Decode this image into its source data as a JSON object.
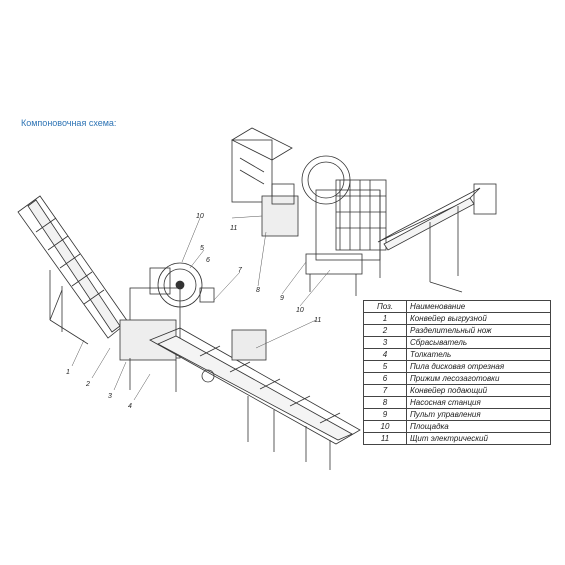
{
  "caption": "Компоновочная схема:",
  "table": {
    "header": {
      "num": "Поз.",
      "name": "Наименование"
    },
    "rows": [
      {
        "num": "1",
        "name": "Конвейер выгрузной"
      },
      {
        "num": "2",
        "name": "Разделительный нож"
      },
      {
        "num": "3",
        "name": "Сбрасыватель"
      },
      {
        "num": "4",
        "name": "Толкатель"
      },
      {
        "num": "5",
        "name": "Пила дисковая отрезная"
      },
      {
        "num": "6",
        "name": "Прижим лесозаготовки"
      },
      {
        "num": "7",
        "name": "Конвейер подающий"
      },
      {
        "num": "8",
        "name": "Насосная станция"
      },
      {
        "num": "9",
        "name": "Пульт управления"
      },
      {
        "num": "10",
        "name": "Площадка"
      },
      {
        "num": "11",
        "name": "Щит электрический"
      }
    ]
  },
  "callouts": [
    "1",
    "2",
    "3",
    "4",
    "5",
    "6",
    "7",
    "8",
    "9",
    "10",
    "11",
    "11"
  ],
  "colors": {
    "caption": "#2e74b5",
    "line": "#333333"
  }
}
